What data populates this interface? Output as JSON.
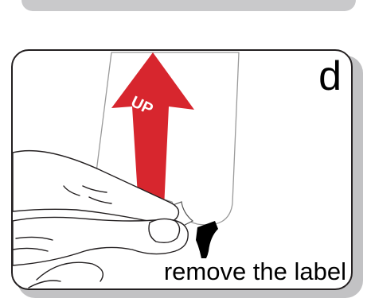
{
  "step": {
    "letter": "d"
  },
  "label_sticker": {
    "text": "UP",
    "arrow_color": "#d7262e"
  },
  "caption": {
    "text": "remove the label"
  }
}
